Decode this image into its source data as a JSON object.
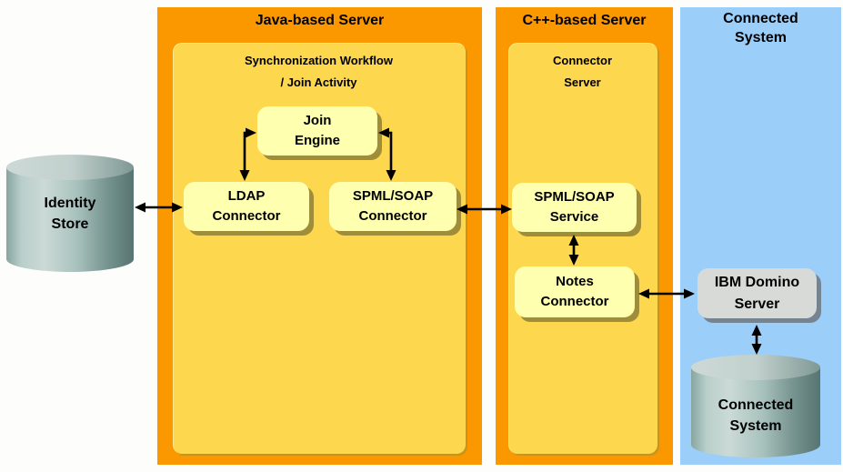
{
  "external": {
    "identity_store_label": "Identity\nStore"
  },
  "panels": {
    "java": {
      "title": "Java-based Server",
      "inner_title": "Synchronization Workflow\n/ Join Activity",
      "join_engine": "Join\nEngine",
      "ldap_connector": "LDAP\nConnector",
      "spml_soap_connector": "SPML/SOAP\nConnector"
    },
    "cpp": {
      "title": "C++-based Server",
      "inner_title": "Connector\nServer",
      "spml_soap_service": "SPML/SOAP\nService",
      "notes_connector": "Notes\nConnector"
    },
    "connected": {
      "title": "Connected\nSystem",
      "ibm_domino_server": "IBM Domino\nServer",
      "connected_system_db": "Connected\nSystem"
    }
  },
  "colors": {
    "panel_orange": "#FB9800",
    "panel_inner_gold": "#FDD74D",
    "node_yellow": "#FFFFB0",
    "panel_blue": "#9CCEFA",
    "node_gray": "#D8DAD7",
    "arrow_black": "#000000",
    "cylinder_teal": "#A9C2BD"
  }
}
